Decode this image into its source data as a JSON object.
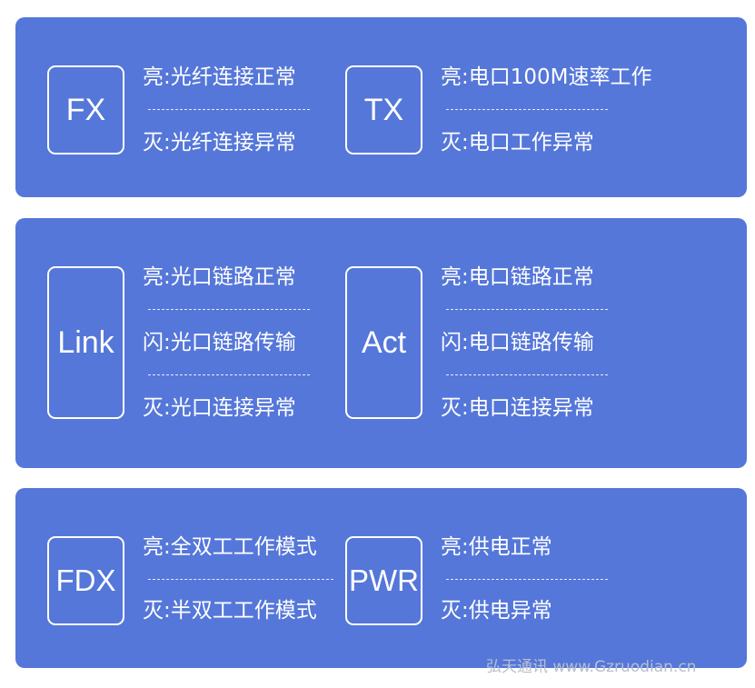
{
  "panels": [
    {
      "left": {
        "badge": "FX",
        "lines": [
          "亮:光纤连接正常",
          "灭:光纤连接异常"
        ]
      },
      "right": {
        "badge": "TX",
        "lines": [
          "亮:电口100M速率工作",
          "灭:电口工作异常"
        ]
      }
    },
    {
      "left": {
        "badge": "Link",
        "lines": [
          "亮:光口链路正常",
          "闪:光口链路传输",
          "灭:光口连接异常"
        ]
      },
      "right": {
        "badge": "Act",
        "lines": [
          "亮:电口链路正常",
          "闪:电口链路传输",
          "灭:电口连接异常"
        ]
      }
    },
    {
      "left": {
        "badge": "FDX",
        "lines": [
          "亮:全双工工作模式",
          "灭:半双工工作模式"
        ]
      },
      "right": {
        "badge": "PWR",
        "lines": [
          "亮:供电正常",
          "灭:供电异常"
        ]
      }
    }
  ],
  "watermark": "弘天通讯 www.Gzruodian.cn",
  "colors": {
    "panel_background": "#5577d9",
    "text": "#ffffff",
    "page_background": "#ffffff"
  }
}
